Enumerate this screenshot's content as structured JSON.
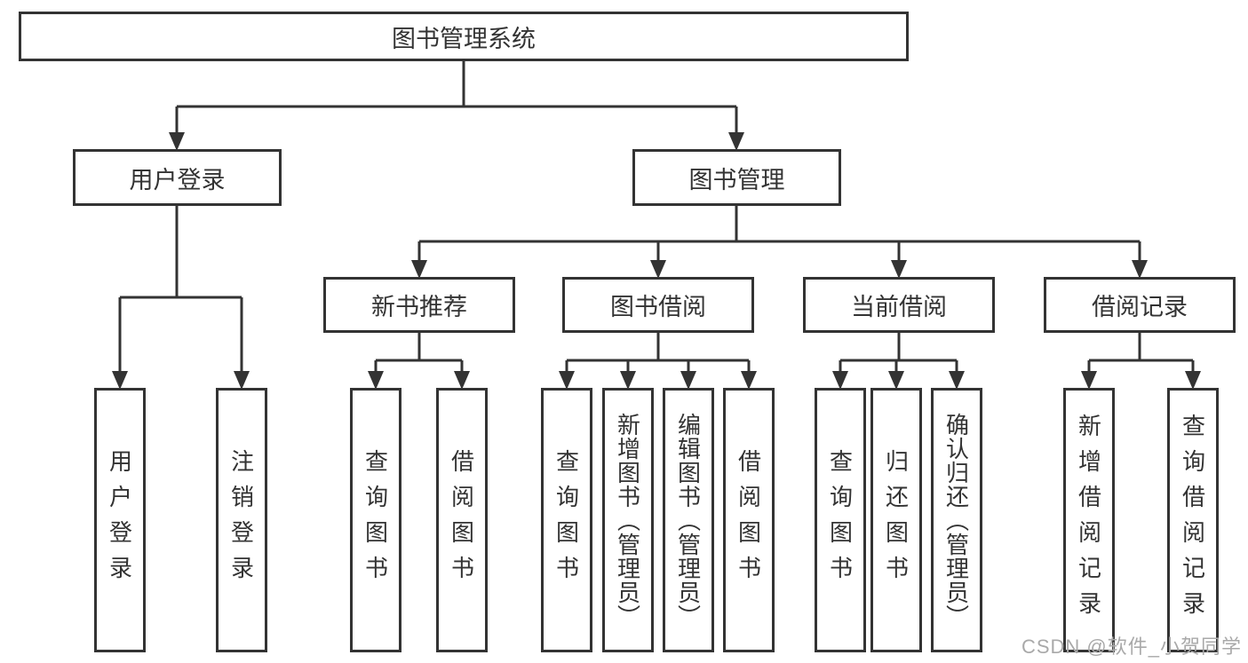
{
  "diagram": {
    "root": {
      "label": "图书管理系统"
    },
    "level2": [
      {
        "label": "用户登录"
      },
      {
        "label": "图书管理"
      }
    ],
    "level3": [
      {
        "label": "新书推荐"
      },
      {
        "label": "图书借阅"
      },
      {
        "label": "当前借阅"
      },
      {
        "label": "借阅记录"
      }
    ],
    "leaves": [
      {
        "label": "用户登录"
      },
      {
        "label": "注销登录"
      },
      {
        "label": "查询图书"
      },
      {
        "label": "借阅图书"
      },
      {
        "label": "查询图书"
      },
      {
        "label": "新增图书（管理员）"
      },
      {
        "label": "编辑图书（管理员）"
      },
      {
        "label": "借阅图书"
      },
      {
        "label": "查询图书"
      },
      {
        "label": "归还图书"
      },
      {
        "label": "确认归还（管理员）"
      },
      {
        "label": "新增借阅记录"
      },
      {
        "label": "查询借阅记录"
      }
    ]
  },
  "watermark": "CSDN @软件_小贺同学",
  "colors": {
    "line": "#333333",
    "border": "#333333",
    "text": "#333333",
    "watermark": "#a9a9a9",
    "background": "#ffffff"
  }
}
